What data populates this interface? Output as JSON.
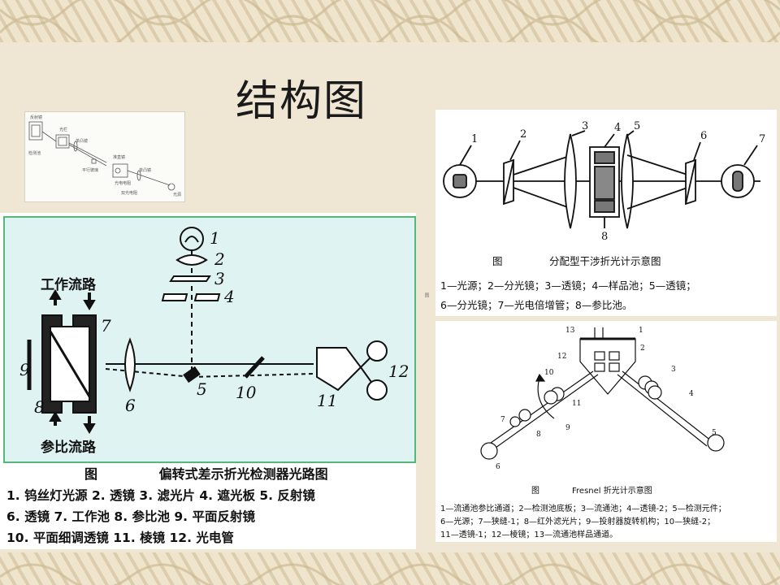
{
  "slide": {
    "title": "结构图"
  },
  "small_diagram": {
    "labels": [
      "反射镜",
      "检测池",
      "光栏",
      "准直镜",
      "单凸镜",
      "平行玻璃",
      "光电电阻",
      "单凸镜",
      "光源",
      "双光电阻"
    ]
  },
  "main_diagram": {
    "labels": {
      "top": "工作流路",
      "bottom": "参比流路",
      "n1": "1",
      "n2": "2",
      "n3": "3",
      "n4": "4",
      "n5": "5",
      "n6": "6",
      "n7": "7",
      "n8": "8",
      "n9": "9",
      "n10": "10",
      "n11": "11",
      "n12": "12"
    },
    "caption_fig": "图",
    "caption_title": "偏转式差示折光检测器光路图",
    "legend_line1": "1. 钨丝灯光源   2. 透镜   3. 滤光片 4. 遮光板  5. 反射镜",
    "legend_line2": "6. 透镜  7. 工作池   8. 参比池   9. 平面反射镜",
    "legend_line3": "10. 平面细调透镜   11. 棱镜   12. 光电管"
  },
  "interference_diagram": {
    "labels": {
      "n1": "1",
      "n2": "2",
      "n3": "3",
      "n4": "4",
      "n5": "5",
      "n6": "6",
      "n7": "7",
      "n8": "8"
    },
    "caption_fig": "图",
    "caption_title": "分配型干涉折光计示意图",
    "legend_line1": "1—光源；2—分光镜；3—透镜；4—样品池；5—透镜；",
    "legend_line2": "6—分光镜；7—光电倍增管；8—参比池。"
  },
  "fresnel_diagram": {
    "labels": {
      "n1": "1",
      "n2": "2",
      "n3": "3",
      "n4": "4",
      "n5": "5",
      "n6": "6",
      "n7": "7",
      "n8": "8",
      "n9": "9",
      "n10": "10",
      "n11": "11",
      "n12": "12",
      "n13": "13"
    },
    "caption_fig": "图",
    "caption_title": "Fresnel 折光计示意图",
    "legend_line1": "1—流通池参比通道；2—检测池底板；3—流通池；4—透镜-2；5—检测元件；",
    "legend_line2": "6—光源；7—狭缝-1；8—红外滤光片；9—投射器旋转机构；10—狭缝-2；",
    "legend_line3": "11—透镜-1；12—棱镜；13—流通池样品通道。"
  },
  "side_mark": "图"
}
